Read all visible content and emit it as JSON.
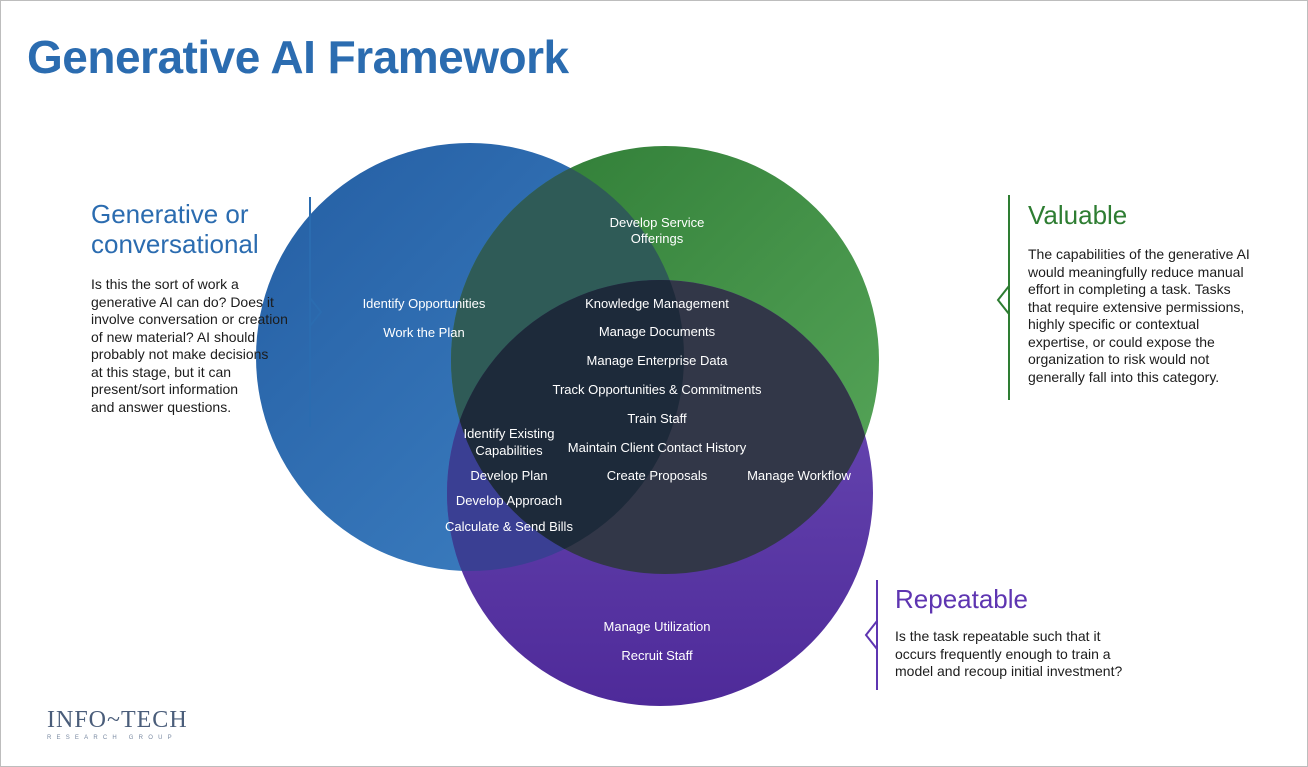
{
  "title": "Generative AI Framework",
  "colors": {
    "generative": "#2b6cb0",
    "valuable": "#2e7d32",
    "repeatable": "#5e35b1",
    "center": "#1f2d3d"
  },
  "sections": {
    "generative": {
      "heading_line1": "Generative or",
      "heading_line2": "conversational",
      "lines": [
        "Is this the sort of work a",
        "generative AI can do? Does it",
        "involve conversation or creation",
        "of new material? AI should",
        "probably not make decisions",
        "at this stage, but it can",
        "present/sort information",
        "and answer questions."
      ]
    },
    "valuable": {
      "heading": "Valuable",
      "lines": [
        "The capabilities of the generative AI",
        "would meaningfully reduce manual",
        "effort in completing a task. Tasks",
        "that require extensive permissions,",
        "highly specific or contextual",
        "expertise, or could expose the",
        "organization to risk would not",
        "generally fall into this category."
      ]
    },
    "repeatable": {
      "heading": "Repeatable",
      "lines": [
        "Is the task repeatable such that it",
        "occurs frequently enough to train a",
        "model and recoup initial investment?"
      ]
    }
  },
  "venn": {
    "generative_only": [
      "Identify Opportunities",
      "Work the Plan"
    ],
    "generative_valuable": [
      "Develop Service",
      "Offerings"
    ],
    "center": [
      "Knowledge Management",
      "Manage Documents",
      "Manage Enterprise Data",
      "Track Opportunities & Commitments",
      "Train Staff",
      "Maintain Client Contact History",
      "Create Proposals"
    ],
    "generative_repeatable": [
      "Identify Existing",
      "Capabilities",
      "Develop Plan",
      "Develop Approach",
      "Calculate & Send Bills"
    ],
    "valuable_repeatable": [
      "Manage Workflow"
    ],
    "repeatable_only": [
      "Manage Utilization",
      "Recruit Staff"
    ]
  },
  "logo": {
    "main": "INFO~TECH",
    "sub": "RESEARCH GROUP"
  }
}
